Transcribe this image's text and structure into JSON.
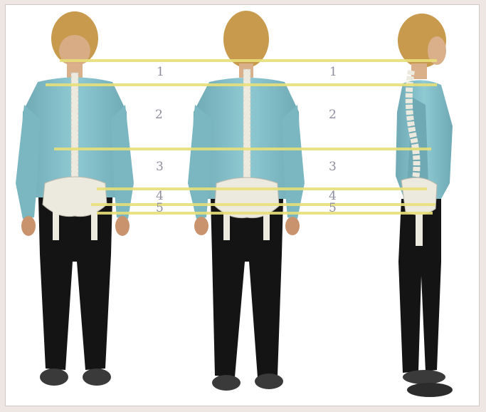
{
  "figure": {
    "views": [
      {
        "name": "front",
        "labels": [
          "1",
          "2",
          "3",
          "4",
          "5"
        ]
      },
      {
        "name": "back",
        "labels": [
          "1",
          "2",
          "3",
          "4",
          "5"
        ]
      },
      {
        "name": "side"
      }
    ],
    "colors": {
      "background": "#ede6e3",
      "panel": "#ffffff",
      "band_line": "#e8e07a",
      "jacket": "#86c3cd",
      "jacket_shade": "#6ea9b4",
      "hair": "#c79a4d",
      "skin": "#d9b08a",
      "trousers": "#141414",
      "bone": "#ece9df",
      "label": "#8f8fa0"
    }
  }
}
